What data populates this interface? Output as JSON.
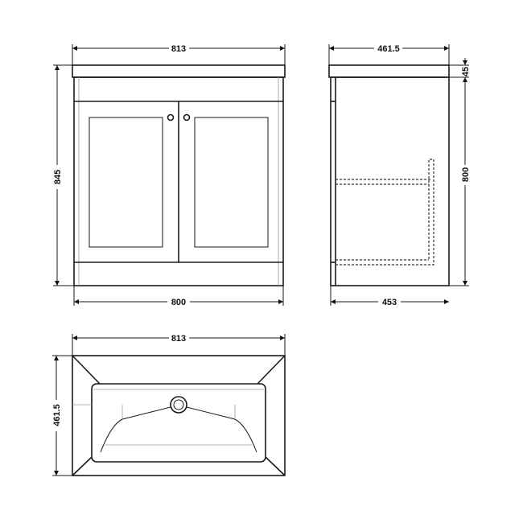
{
  "front_view": {
    "width_top": "813",
    "height_total": "845",
    "width_base": "800"
  },
  "side_view": {
    "depth_top": "461.5",
    "top_thickness": "45",
    "height_cabinet": "800",
    "depth_base": "453"
  },
  "plan_view": {
    "width": "813",
    "depth": "461.5"
  }
}
